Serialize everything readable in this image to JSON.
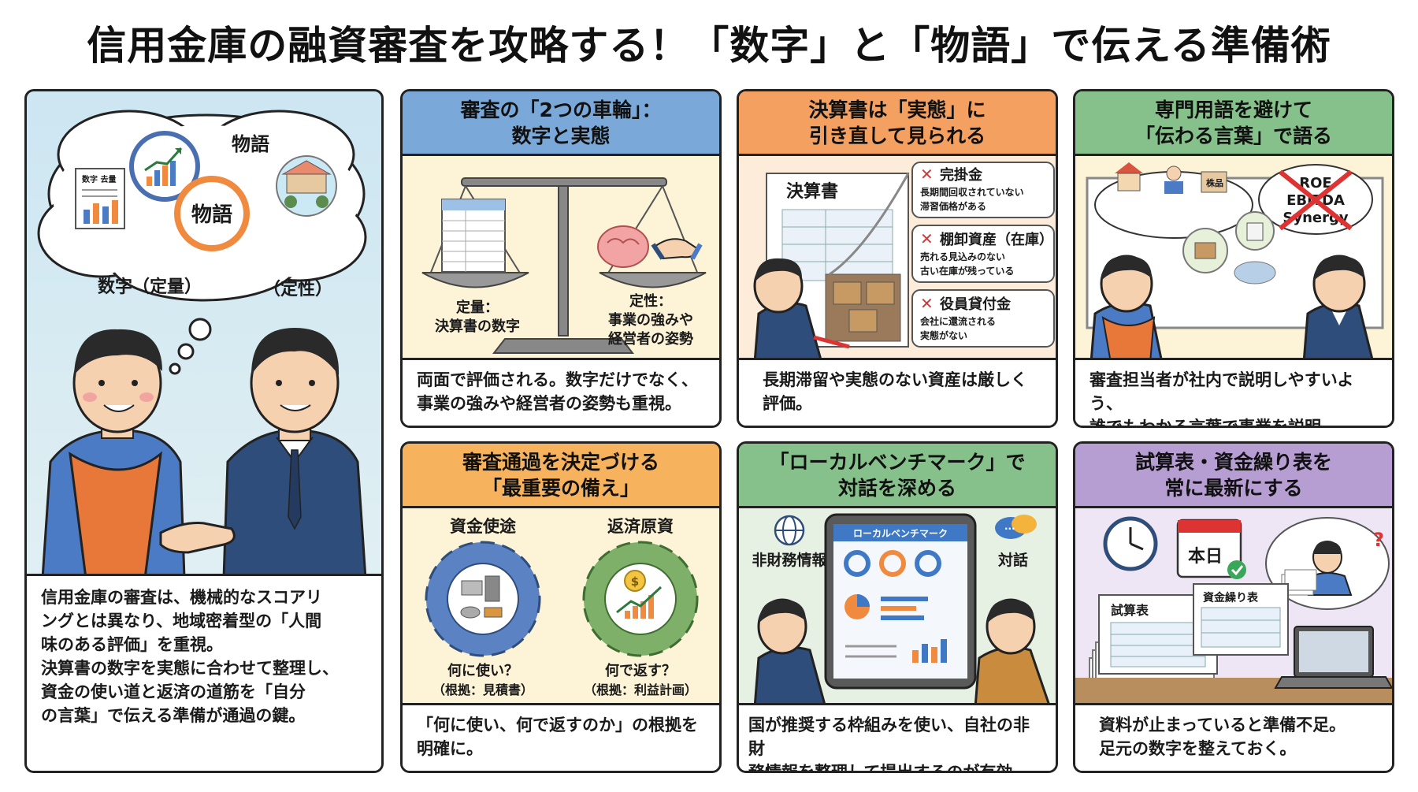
{
  "title": "信用金庫の融資審査を攻略する！「数字」と「物語」で伝える準備術",
  "intro": {
    "cloud_story_label": "物語",
    "circle_story_label": "物語",
    "numbers_label": "数字（定量）",
    "qualitative_label": "（定性）",
    "doc_label": "数字 去量",
    "desc_lines": [
      "信用金庫の審査は、機械的なスコアリ",
      "ングとは異なり、地域密着型の「人間",
      "味のある評価」を重視。",
      "決算書の数字を実態に合わせて整理し、",
      "資金の使い道と返済の道筋を「自分",
      "の言葉」で伝える準備が通過の鍵。"
    ]
  },
  "panels": {
    "p1": {
      "heading_lines": [
        "審査の「2つの車輪」：",
        "数字と実態"
      ],
      "left_label_1": "定量：",
      "left_label_2": "決算書の数字",
      "right_label_1": "定性：",
      "right_label_2": "事業の強みや",
      "right_label_3": "経営者の姿勢",
      "desc_lines": [
        "両面で評価される。数字だけでなく、",
        "事業の強みや経営者の姿勢も重視。"
      ]
    },
    "p2": {
      "heading_lines": [
        "決算書は「実態」に",
        "引き直して見られる"
      ],
      "doc_title": "決算書",
      "items": [
        {
          "title": "完掛金",
          "line1": "長期間回収されていない",
          "line2": "滞習価格がある"
        },
        {
          "title": "棚卸資産（在庫）",
          "line1": "売れる見込みのない",
          "line2": "古い在庫が残っている"
        },
        {
          "title": "役員貸付金",
          "line1": "会社に還流される",
          "line2": "実態がない"
        }
      ],
      "desc_lines": [
        "長期滞留や実態のない資産は厳しく",
        "評価。"
      ]
    },
    "p3": {
      "heading_lines": [
        "専門用語を避けて",
        "「伝わる言葉」で語る"
      ],
      "jargon": [
        "ROE",
        "EBITDA",
        "Synergy"
      ],
      "box_label": "株品",
      "desc_lines": [
        "審査担当者が社内で説明しやすいよう、",
        "誰でもわかる言葉で事業を説明。"
      ]
    },
    "p4": {
      "heading_lines": [
        "審査通過を決定づける",
        "「最重要の備え」"
      ],
      "left_title": "資金使途",
      "right_title": "返済原資",
      "left_q": "何に使い？",
      "left_basis": "（根拠：見積書）",
      "right_q": "何で返す？",
      "right_basis": "（根拠：利益計画）",
      "desc_lines": [
        "「何に使い、何で返すのか」の根拠を",
        "明確に。"
      ]
    },
    "p5": {
      "heading_lines": [
        "「ローカルベンチマーク」で",
        "対話を深める"
      ],
      "left_label": "非財務情報",
      "right_label": "対話",
      "screen_title": "ローカルベンチマーク",
      "desc_lines": [
        "国が推奨する枠組みを使い、自社の非財",
        "務情報を整理して提出するのが有効。"
      ]
    },
    "p6": {
      "heading_lines": [
        "試算表・資金繰り表を",
        "常に最新にする"
      ],
      "calendar_label": "本日",
      "doc1": "試算表",
      "doc2": "資金繰り表",
      "desc_lines": [
        "資料が止まっていると準備不足。",
        "足元の数字を整えておく。"
      ]
    }
  },
  "colors": {
    "p1_head": "#7aa9d9",
    "p1_body": "#fdf3d6",
    "p2_head": "#f4a061",
    "p2_body": "#fdecd9",
    "p3_head": "#86c18c",
    "p3_body": "#fdf3d6",
    "p4_head": "#f6b25c",
    "p4_body": "#fdf3d6",
    "p5_head": "#86c18c",
    "p5_body": "#e6f1e4",
    "p6_head": "#b79ed2",
    "p6_body": "#efe6f5"
  }
}
